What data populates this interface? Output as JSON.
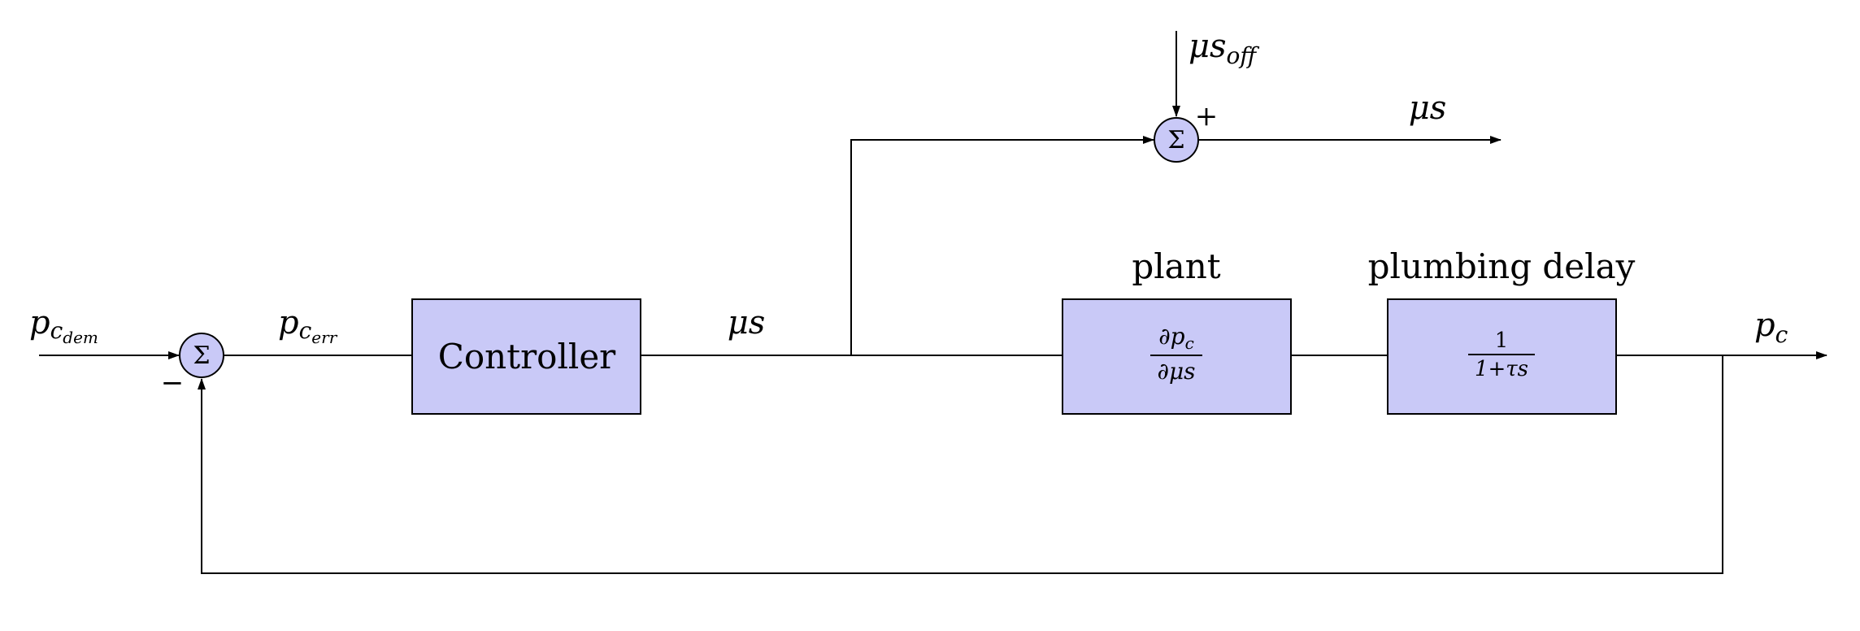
{
  "labels": {
    "input": "p",
    "input_sub": "c",
    "input_subsub": "dem",
    "error": "p",
    "error_sub": "c",
    "error_subsub": "err",
    "controller_out": "μs",
    "offset": "μs",
    "offset_sub": "off",
    "output_top": "μs",
    "output": "p",
    "output_sub": "c",
    "plus_sign": "+",
    "minus_sign": "−"
  },
  "blocks": {
    "controller": {
      "label": "Controller"
    },
    "plant": {
      "title": "plant",
      "num_prefix": "∂p",
      "num_sub": "c",
      "den": "∂μs"
    },
    "delay": {
      "title": "plumbing delay",
      "num": "1",
      "den": "1+τs"
    }
  },
  "summing_symbol": "Σ"
}
